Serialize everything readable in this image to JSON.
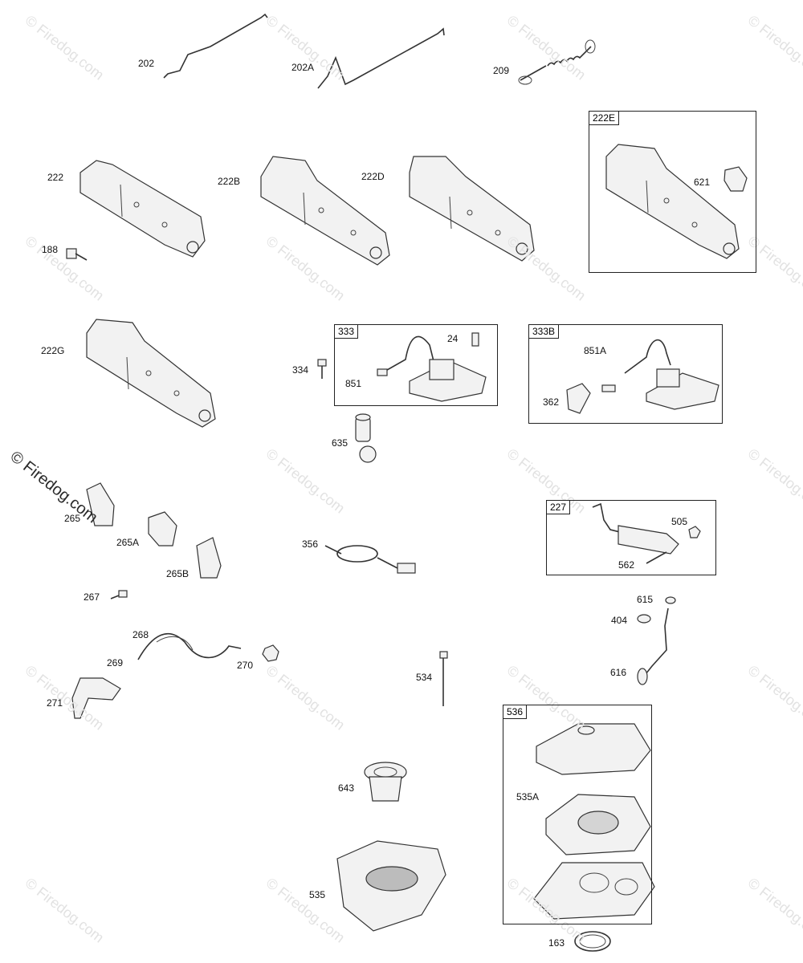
{
  "watermark": {
    "text": "© Firedog.com"
  },
  "labels": {
    "l202": "202",
    "l202A": "202A",
    "l209": "209",
    "l222": "222",
    "l222B": "222B",
    "l222D": "222D",
    "l188": "188",
    "l621": "621",
    "l222G": "222G",
    "l334": "334",
    "l24": "24",
    "l851": "851",
    "l635": "635",
    "l851A": "851A",
    "l362": "362",
    "l265": "265",
    "l265A": "265A",
    "l265B": "265B",
    "l267": "267",
    "l268": "268",
    "l269": "269",
    "l270": "270",
    "l271": "271",
    "l356": "356",
    "l534": "534",
    "l643": "643",
    "l535": "535",
    "l505": "505",
    "l562": "562",
    "l615": "615",
    "l404": "404",
    "l616": "616",
    "l535A": "535A",
    "l163": "163"
  },
  "boxes": {
    "b222E": "222E",
    "b333": "333",
    "b333B": "333B",
    "b227": "227",
    "b536": "536"
  },
  "icons": {
    "rod": "governor-link-rod-icon",
    "spring": "governor-spring-icon",
    "bracket": "control-bracket-icon",
    "coil": "ignition-armature-icon",
    "filter": "air-filter-icon",
    "cable": "throttle-cable-icon"
  }
}
